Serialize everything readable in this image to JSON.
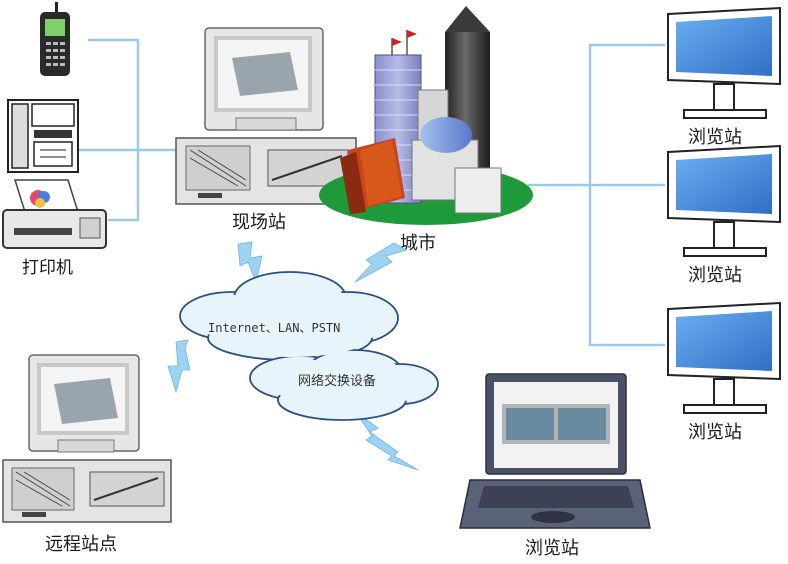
{
  "labels": {
    "site_station": "现场站",
    "city": "城市",
    "printer": "打印机",
    "remote_station": "远程站点",
    "browse_station": "浏览站"
  },
  "cloud": {
    "network_text": "Internet、LAN、PSTN",
    "equipment_text": "网络交换设备"
  },
  "colors": {
    "link_line": "#9cc8ea",
    "lightning": "#9dd2f2",
    "cloud_fill": "#e7f4fc",
    "cloud_stroke": "#2a4f86",
    "screen": "#3d7fd8",
    "device_body": "#e4e4e4",
    "city_ground": "#1f9a3a"
  }
}
